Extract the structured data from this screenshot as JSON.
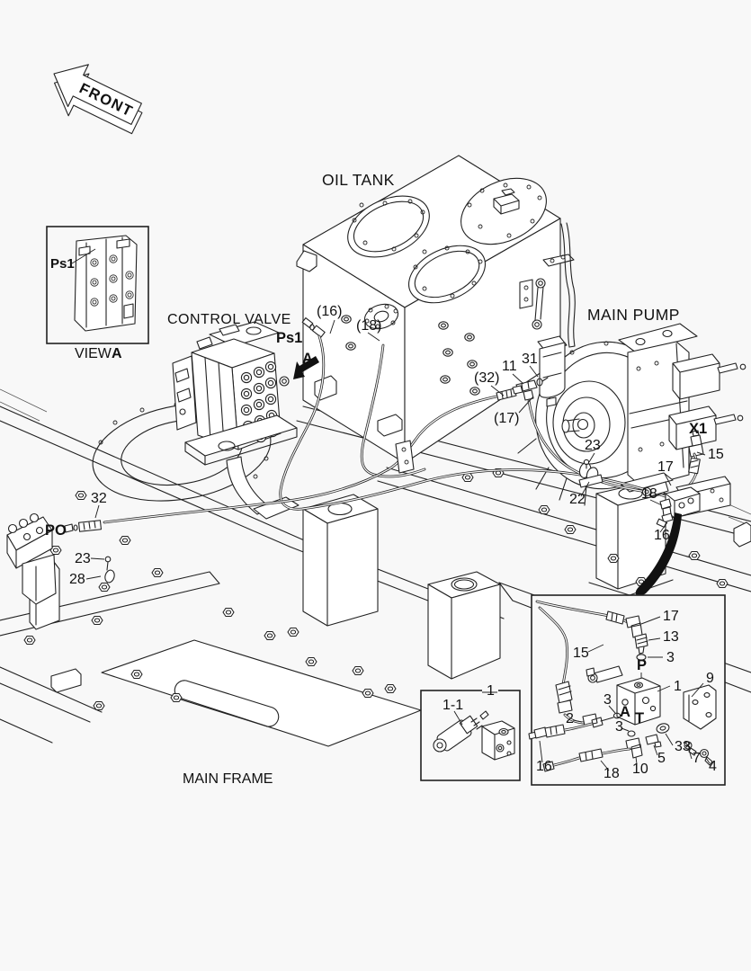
{
  "diagram": {
    "type": "hydraulic-piping-parts-diagram",
    "labels": {
      "front": "FRONT",
      "oil_tank": "OIL TANK",
      "control_valve": "CONTROL VALVE",
      "main_pump": "MAIN PUMP",
      "main_frame": "MAIN FRAME",
      "view_word": "VIEW",
      "view_letter": "A",
      "inset_ps1": "Ps1",
      "ps1": "Ps1",
      "arrow_a": "A",
      "po": "PO",
      "x1": "X1"
    },
    "callouts": {
      "hose16": "(16)",
      "hose18": "(18)",
      "hose32": "(32)",
      "tee11": "11",
      "oring31": "31",
      "hose17": "(17)",
      "bolt23": "23",
      "clamp22": "22",
      "hose15": "15",
      "elbow17": "17",
      "elbow18": "18",
      "fitting16": "16",
      "left32": "32",
      "left23": "23",
      "left28": "28"
    },
    "detail_inset": {
      "e17": "17",
      "a13": "13",
      "o3p": "3",
      "h15": "15",
      "portP": "P",
      "blk1": "1",
      "brk9": "9",
      "o3a": "3",
      "portA": "A",
      "e2": "2",
      "portT": "T",
      "o3t": "3",
      "w33": "33",
      "h16": "16",
      "h18": "18",
      "e10": "10",
      "p5": "5",
      "s7": "7",
      "s4": "4"
    },
    "solenoid_inset": {
      "n1": "1",
      "n11": "1-1"
    }
  }
}
